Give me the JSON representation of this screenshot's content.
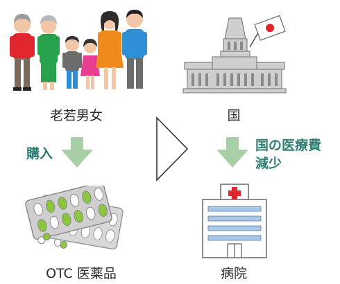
{
  "left": {
    "people_caption": "老若男女",
    "action_label": "購入",
    "product_caption": "OTC 医薬品"
  },
  "right": {
    "country_caption": "国",
    "effect_label_line1": "国の医療費",
    "effect_label_line2": "減少",
    "hospital_caption": "病院"
  },
  "colors": {
    "arrow": "#a9cfa8",
    "label_green": "#2f7d73",
    "chevron": "#333333"
  }
}
